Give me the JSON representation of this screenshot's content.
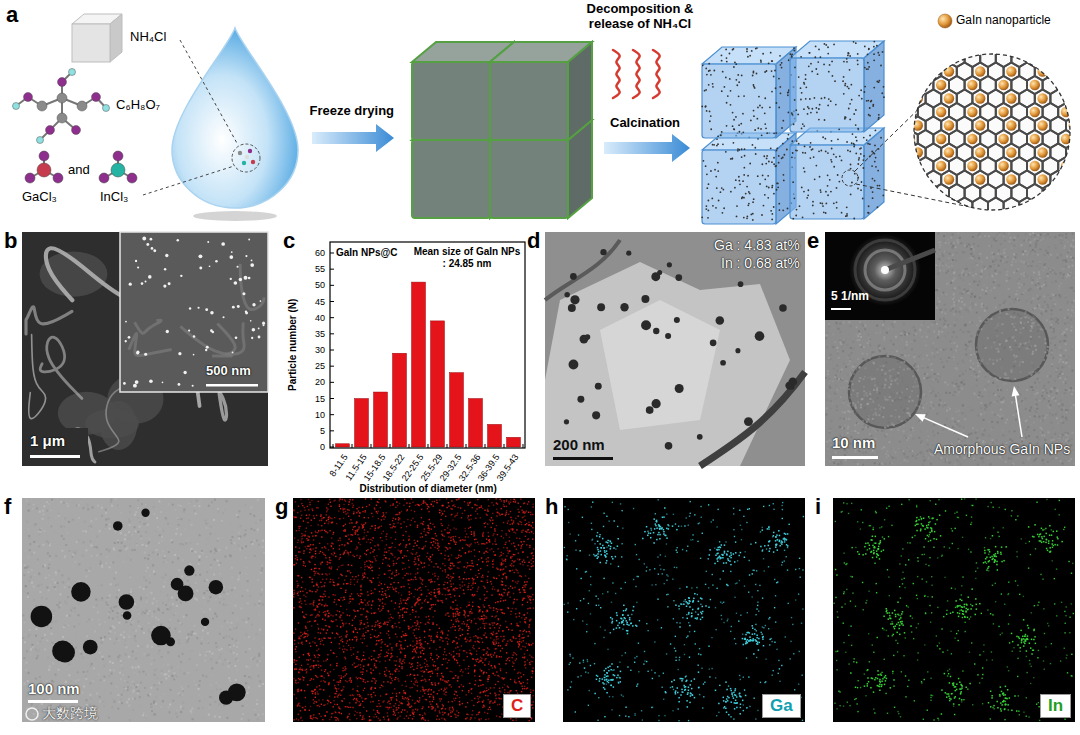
{
  "diagram": {
    "nodes": [
      {
        "text": [
          "b",
          "1 μm"
        ]
      },
      {
        "text": [
          "500 nm"
        ],
        "in": 0
      },
      {
        "text": [
          "c",
          "GaIn NPs@C",
          "Mean size of GaIn NPs : 24.85 nm"
        ]
      },
      {
        "text": [
          "d",
          "Ga : 4.83 at%",
          "In : 0.68 at%",
          "200 nm"
        ]
      },
      {
        "text": [
          "e",
          "10 nm",
          "Amorphous GaIn NPs"
        ]
      },
      {
        "text": [
          "5 1/nm"
        ],
        "in": 4
      },
      {
        "text": [
          "f",
          "100 nm"
        ]
      },
      {
        "text": [
          "g"
        ]
      },
      {
        "text": [
          "C"
        ],
        "in": 7
      },
      {
        "text": [
          "h"
        ]
      },
      {
        "text": [
          "Ga"
        ],
        "in": 9
      },
      {
        "text": [
          "i"
        ]
      },
      {
        "text": [
          "In"
        ],
        "in": 11
      }
    ],
    "labels": [
      "a",
      "NH₄Cl",
      "C₆H₈O₇",
      "and",
      "GaCl₃",
      "InCl₃",
      "Freeze drying",
      "Decomposition & release of NH₄Cl",
      "Calcination",
      "Particle number (N)",
      "60",
      "55",
      "50",
      "45",
      "40",
      "35",
      "30",
      "25",
      "20",
      "15",
      "10",
      "5",
      "0",
      "8-11.5",
      "11.5-15",
      "15-18.5",
      "18.5-22",
      "22-25.5",
      "25.5-29",
      "29-32.5",
      "32.5-36",
      "36-39.5",
      "39.5-43",
      "Distribution of diameter (nm)",
      "大数跨境"
    ],
    "legend": [
      {
        "text": "GaIn nanoparticle"
      }
    ]
  }
}
